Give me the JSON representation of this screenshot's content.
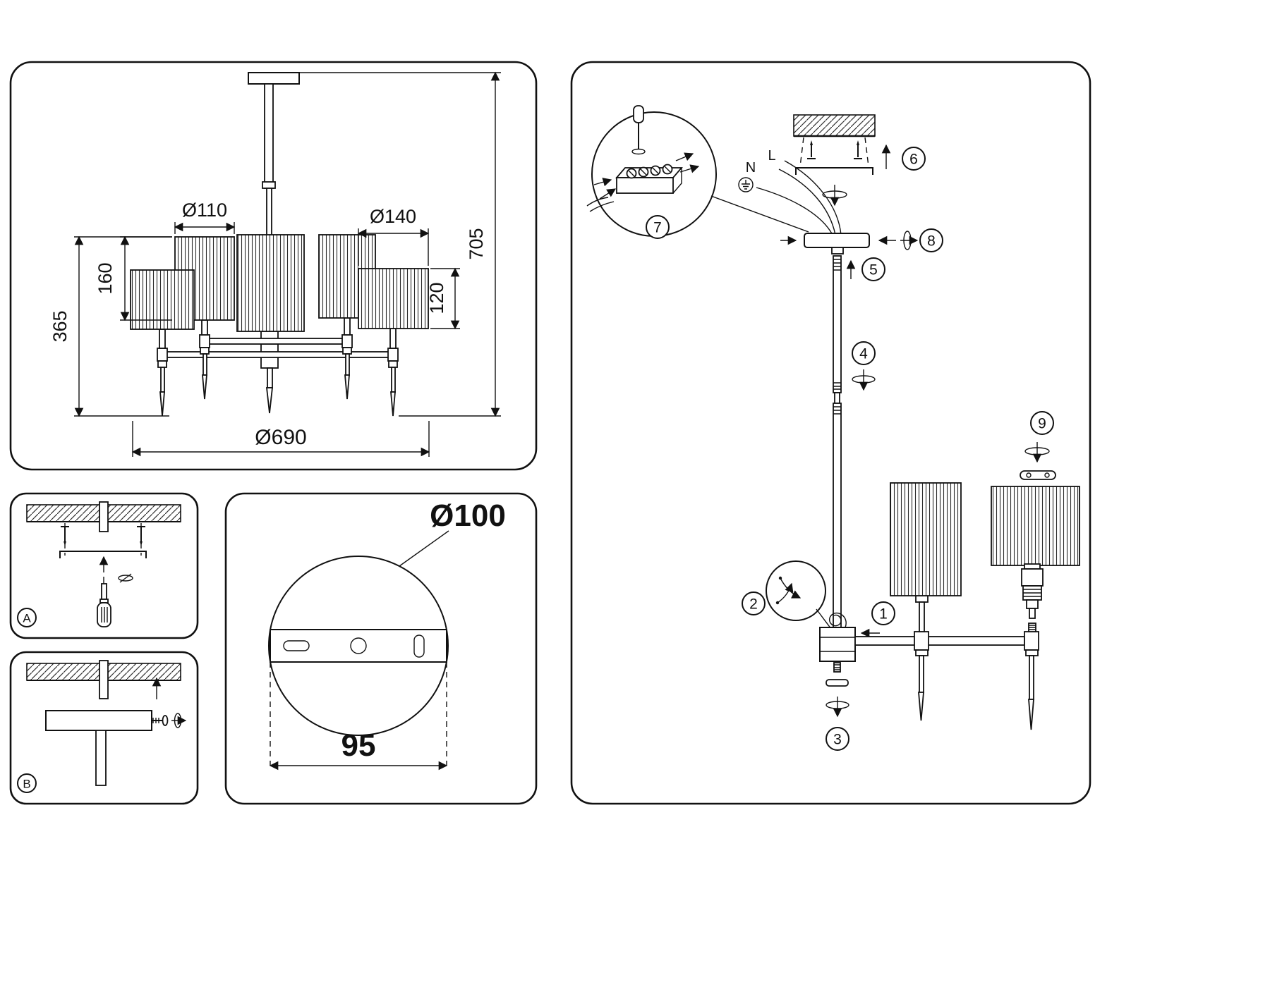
{
  "doc": {
    "kind": "ceiling-chandelier-assembly-instruction-sheet"
  },
  "dimension_panel": {
    "shade_top_diameter": "Ø110",
    "shade_right_diameter": "Ø140",
    "left_shade_height": "160",
    "right_shade_height": "120",
    "body_height": "365",
    "overall_height": "705",
    "overall_diameter": "Ø690"
  },
  "bracket_panel": {
    "badge": "A"
  },
  "canopy_panel": {
    "badge": "B"
  },
  "plate_panel": {
    "diameter_label": "Ø100",
    "spacing_label": "95"
  },
  "assembly_panel": {
    "wire_live": "L",
    "wire_neutral": "N",
    "steps": [
      "1",
      "2",
      "3",
      "4",
      "5",
      "6",
      "7",
      "8",
      "9"
    ]
  },
  "colors": {
    "ink": "#111111",
    "background": "#ffffff"
  }
}
